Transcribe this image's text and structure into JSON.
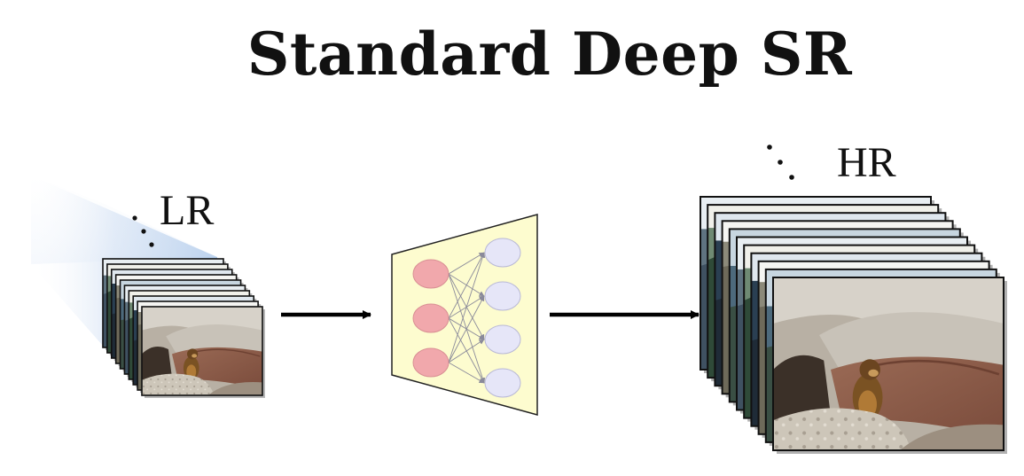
{
  "title": "Standard Deep SR",
  "lr_label": "LR",
  "hr_label": "HR",
  "network": {
    "input_nodes": 3,
    "output_nodes": 4,
    "input_color": "#f1a8ac",
    "output_color": "#e6e6f8",
    "body_color": "#fdfccf"
  },
  "frames": {
    "lr_count": 10,
    "hr_count": 11
  },
  "colors": {
    "arrow": "#000000",
    "lr_beam": "#aec9ea"
  }
}
